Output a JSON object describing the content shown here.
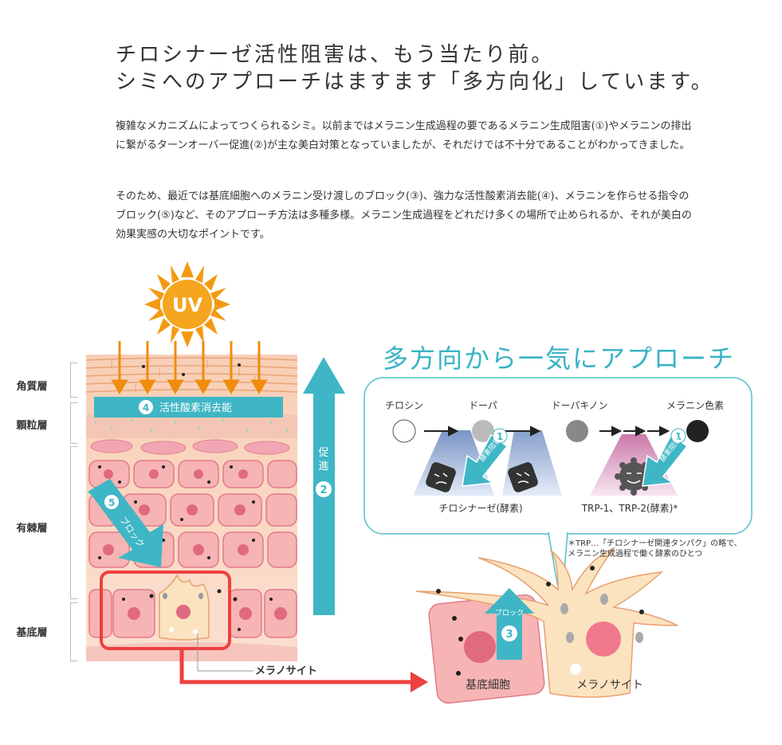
{
  "headline": {
    "line1": "チロシナーゼ活性阻害は、もう当たり前。",
    "line2": "シミへのアプローチはますます「多方向化」しています。"
  },
  "paragraphs": {
    "p1": "複雑なメカニズムによってつくられるシミ。以前まではメラニン生成過程の要であるメラニン生成阻害(①)やメラニンの排出に繋がるターンオーバー促進(②)が主な美白対策となっていましたが、それだけでは不十分であることがわかってきました。",
    "p2": "そのため、最近では基底細胞へのメラニン受け渡しのブロック(③)、強力な活性酸素消去能(④)、メラニンを作らせる指令のブロック(⑤)など、そのアプローチ方法は多種多様。メラニン生成過程をどれだけ多くの場所で止められるか、それが美白の効果実感の大切なポイントです。"
  },
  "skin_layers": {
    "stratum_corneum": "角質層",
    "granular": "顆粒層",
    "spinous": "有棘層",
    "basal": "基底層"
  },
  "skin_diagram": {
    "uv": "UV",
    "num4": "4",
    "ros_label": "活性酸素消去能",
    "num5": "5",
    "block_label": "ブロック",
    "promote_label1": "促",
    "promote_label2": "進",
    "num2": "2",
    "melanocyte_label": "メラノサイト"
  },
  "approach": {
    "title": "多方向から一気にアプローチ",
    "tyrosine": "チロシン",
    "dopa": "ドーパ",
    "dopaquinone": "ドーパキノン",
    "melanin": "メラニン色素",
    "num1": "1",
    "inhibit": "酵素阻害",
    "tyrosinase": "チロシナーゼ(酵素)",
    "trp": "TRP-1、TRP-2(酵素)*",
    "note_line1": "＊TRP…「チロシナーゼ関連タンパク」の略で、",
    "note_line2": "メラニン生成過程で働く酵素のひとつ"
  },
  "cells": {
    "basal_cell": "基底細胞",
    "melanocyte": "メラノサイト",
    "block": "ブロック",
    "num3": "3"
  },
  "colors": {
    "teal": "#3fb6c6",
    "orange": "#f0900a",
    "red": "#ee4040",
    "pink_cell": "#f7b9b9",
    "dark_pink": "#e0607a",
    "skin": "#f9d2bb",
    "melanocyte": "#fbe3bf"
  }
}
